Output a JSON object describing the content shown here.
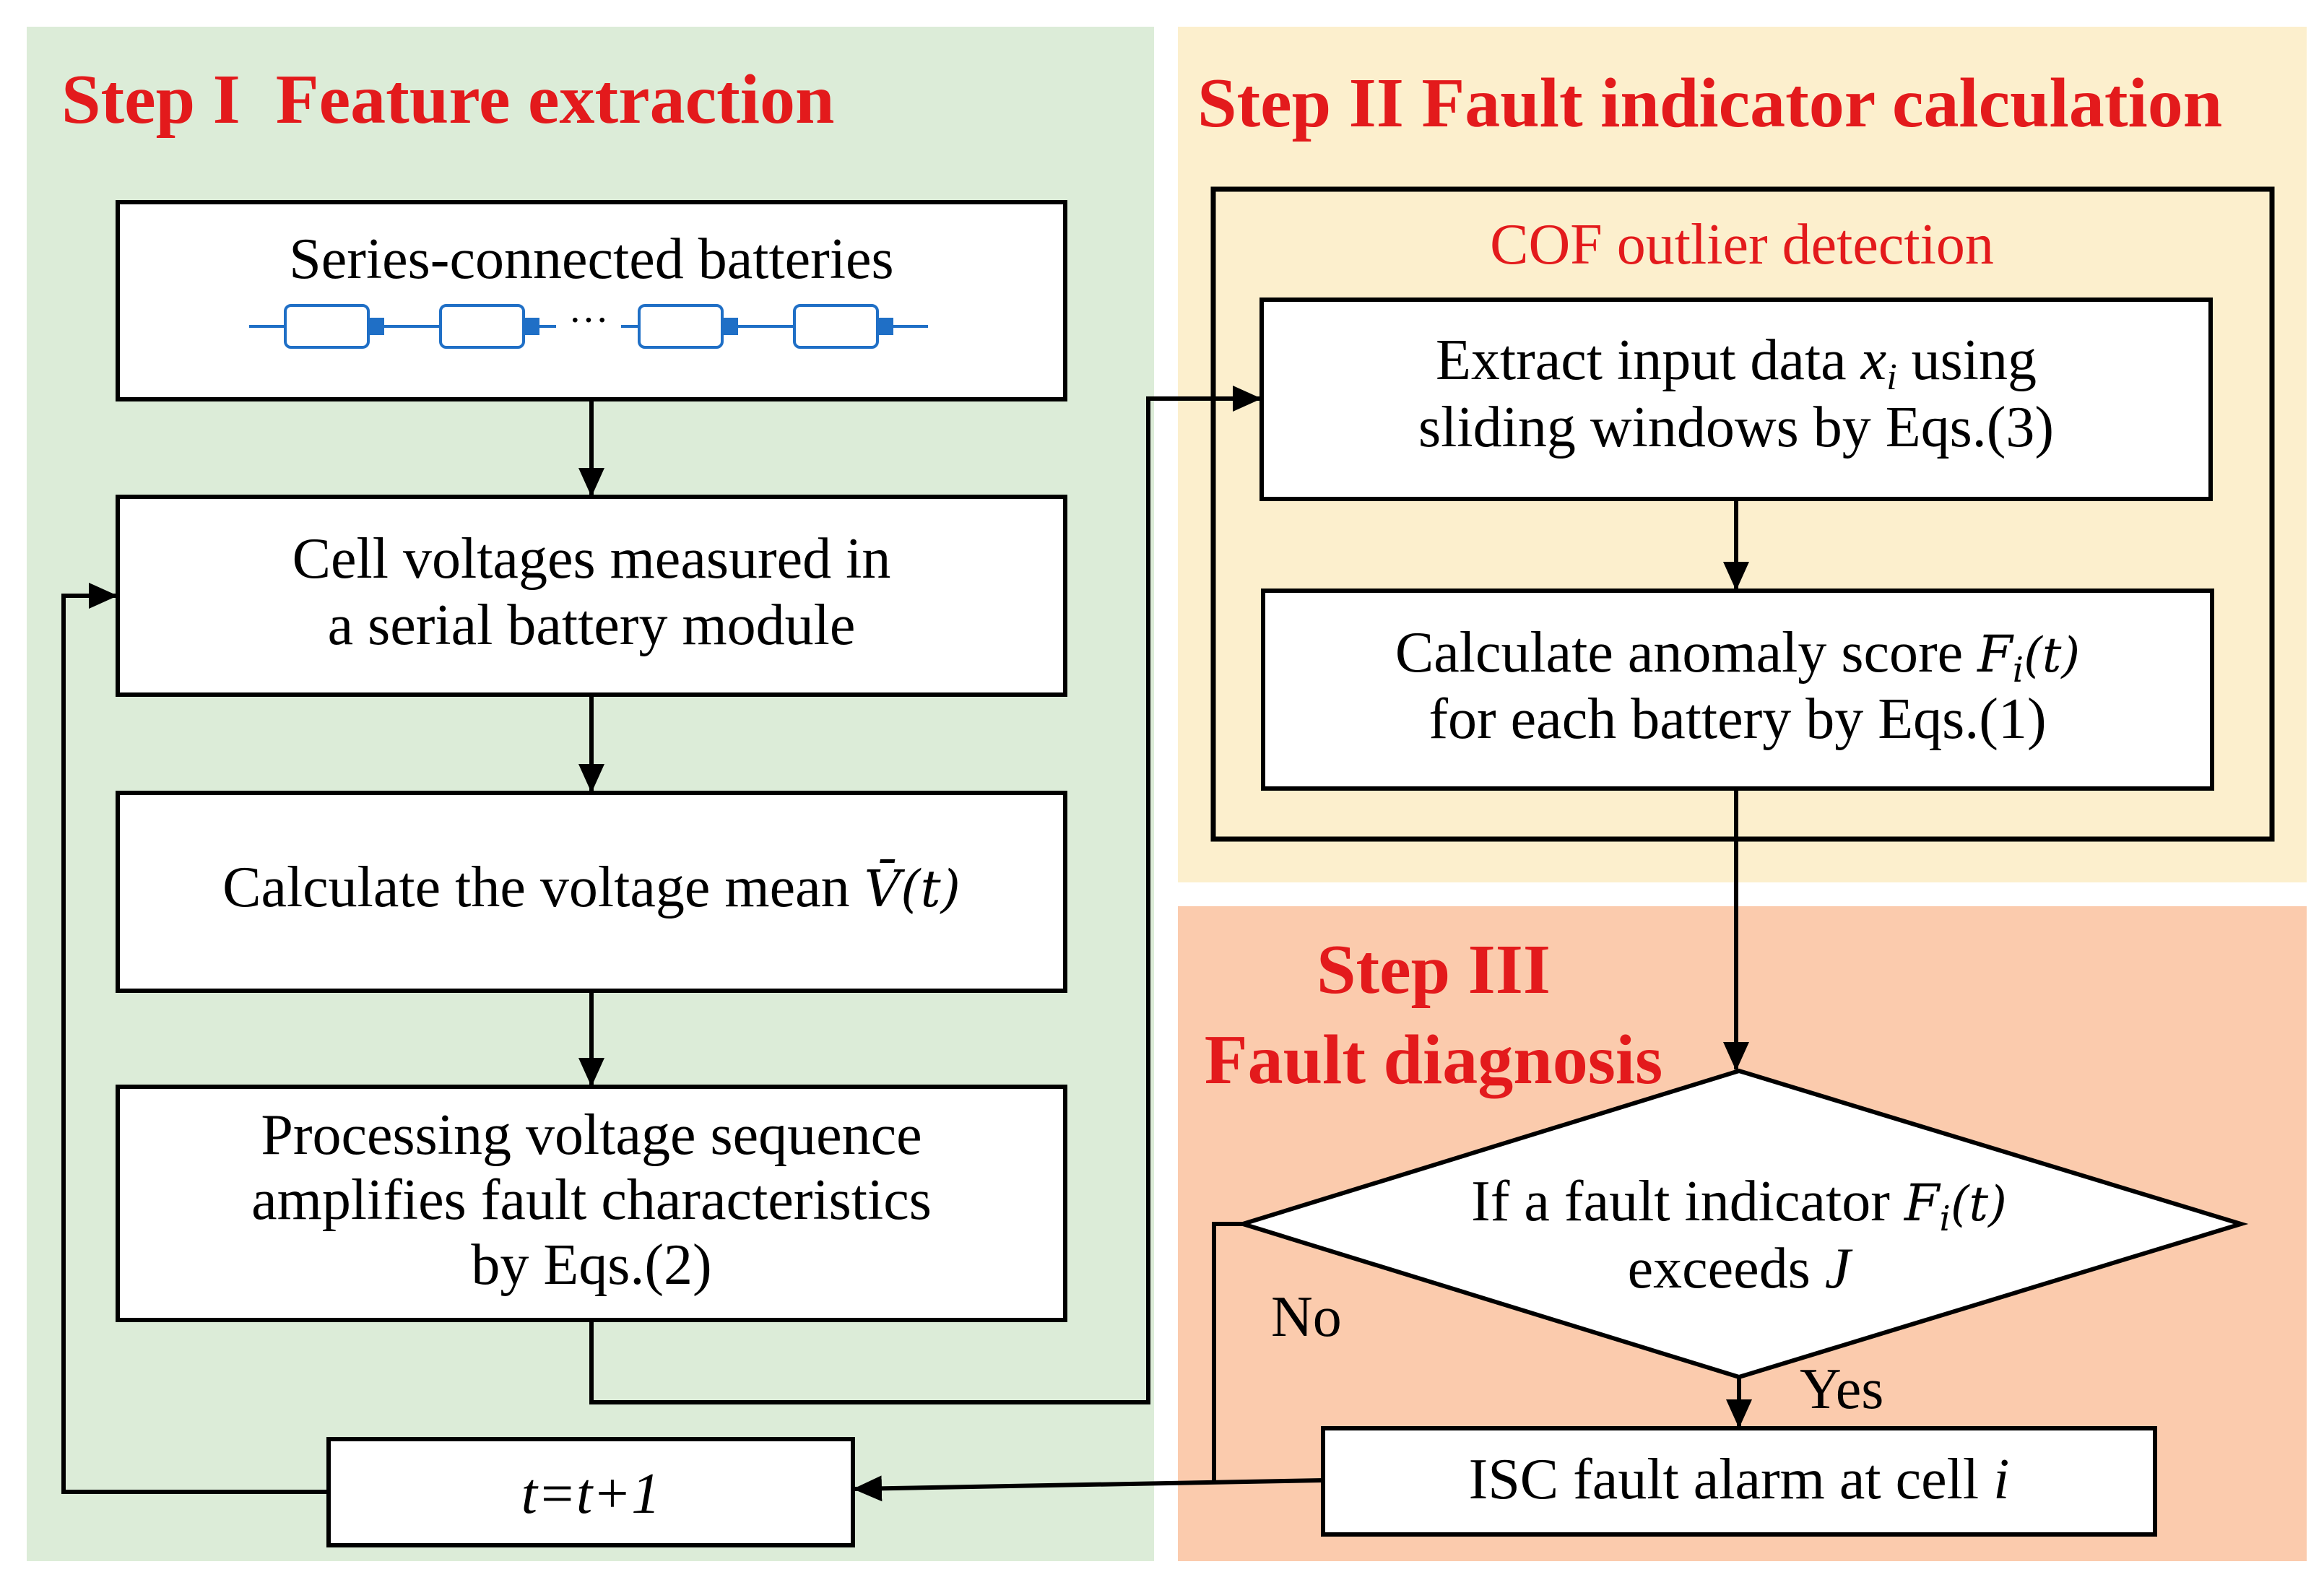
{
  "colors": {
    "step1_bg": "#dcecd8",
    "step2_bg": "#fcefcd",
    "step3_bg": "#fbcbad",
    "heading_red": "#e31a1c",
    "ink": "#000000",
    "battery_blue": "#1f6fc6"
  },
  "step1": {
    "title": "Step I  Feature extraction"
  },
  "step2": {
    "title": "Step II Fault indicator calculation",
    "subtitle": "COF outlier detection"
  },
  "step3": {
    "title_line1": "Step III",
    "title_line2": "Fault diagnosis"
  },
  "boxes": {
    "series_label": "Series-connected batteries",
    "battery_ellipsis": "···",
    "cell_voltages": [
      "Cell voltages measured in",
      "a serial battery module"
    ],
    "voltage_mean": {
      "text": "Calculate the voltage mean ",
      "math": "V̄(t)"
    },
    "processing": [
      "Processing voltage sequence",
      "amplifies fault characteristics",
      "by Eqs.(2)"
    ],
    "extract": {
      "line1_pre": "Extract input data ",
      "var": "x",
      "sub": "i",
      "line1_post": " using",
      "line2": "sliding windows by Eqs.(3)"
    },
    "anomaly": {
      "line1_pre": "Calculate anomaly score ",
      "var": "F",
      "sub": "i",
      "arg": "(t)",
      "line2": "for each battery by Eqs.(1)"
    },
    "decision": {
      "line1_pre": "If a fault indicator ",
      "var": "F",
      "sub": "i",
      "arg": "(t)",
      "line2_pre": "exceeds ",
      "line2_var": "J"
    },
    "alarm": {
      "text": "ISC fault alarm at cell ",
      "var": "i"
    },
    "increment": "t=t+1"
  },
  "labels": {
    "no": "No",
    "yes": "Yes"
  }
}
